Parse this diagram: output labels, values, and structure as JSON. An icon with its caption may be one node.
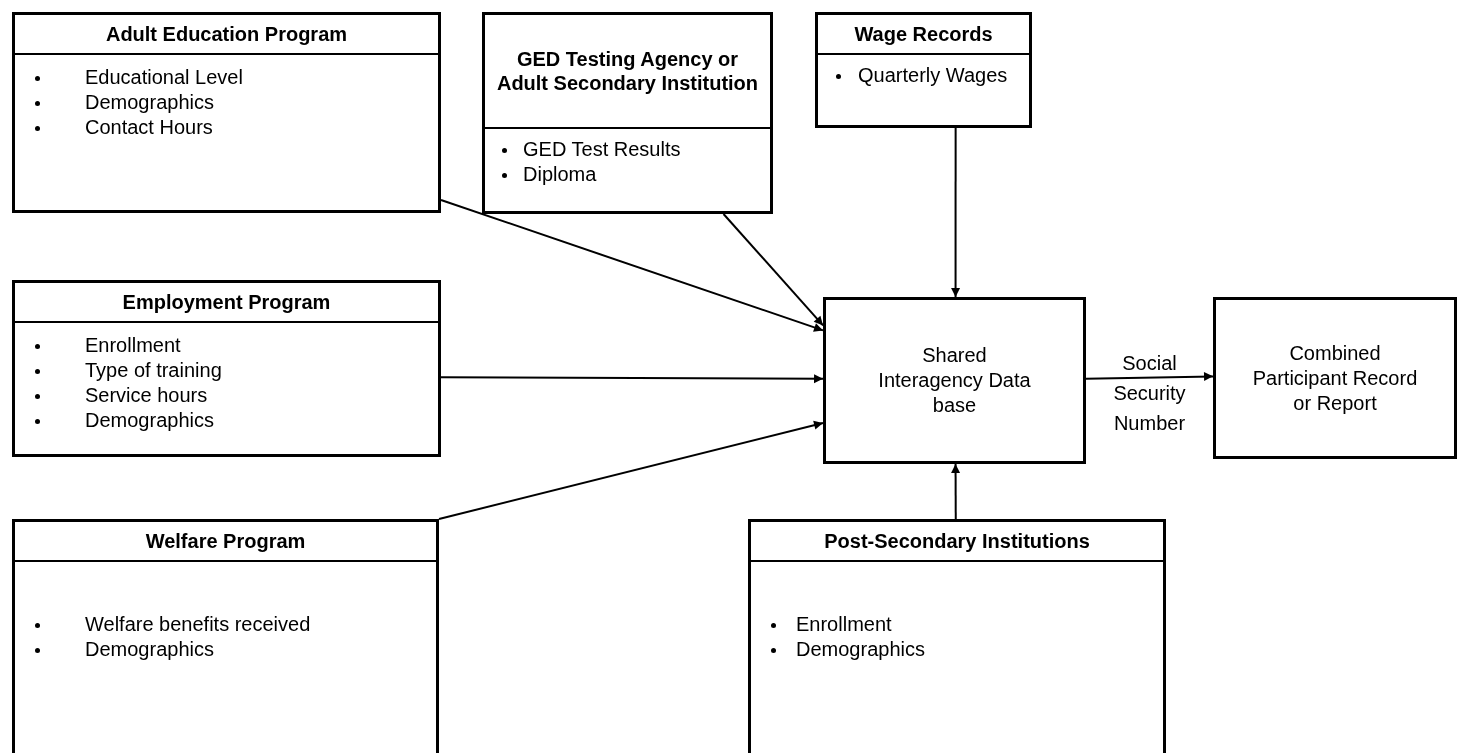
{
  "diagram": {
    "nodes": [
      {
        "text": [
          "Adult Education Program",
          "Educational Level",
          "Demographics",
          "Contact Hours"
        ]
      },
      {
        "text": [
          "GED Testing Agency or Adult Secondary Institution",
          "GED Test Results",
          "Diploma"
        ]
      },
      {
        "text": [
          "Wage Records",
          "Quarterly Wages"
        ]
      },
      {
        "text": [
          "Employment Program",
          "Enrollment",
          "Type of training",
          "Service hours",
          "Demographics"
        ]
      },
      {
        "text": [
          "Welfare Program",
          "Welfare benefits received",
          "Demographics"
        ]
      },
      {
        "text": [
          "Post-Secondary Institutions",
          "Enrollment",
          "Demographics"
        ]
      },
      {
        "text": [
          "Shared Interagency Data base"
        ]
      },
      {
        "text": [
          "Combined Participant Record or Report"
        ]
      }
    ],
    "edges": [
      {
        "from": 0,
        "to": 6,
        "arrow": "to"
      },
      {
        "from": 1,
        "to": 6,
        "arrow": "to"
      },
      {
        "from": 2,
        "to": 6,
        "arrow": "to"
      },
      {
        "from": 3,
        "to": 6,
        "arrow": "to"
      },
      {
        "from": 4,
        "to": 6,
        "arrow": "to"
      },
      {
        "from": 5,
        "to": 6,
        "arrow": "to"
      },
      {
        "from": 6,
        "to": 7,
        "arrow": "to",
        "label": "Social Security Number"
      }
    ]
  }
}
